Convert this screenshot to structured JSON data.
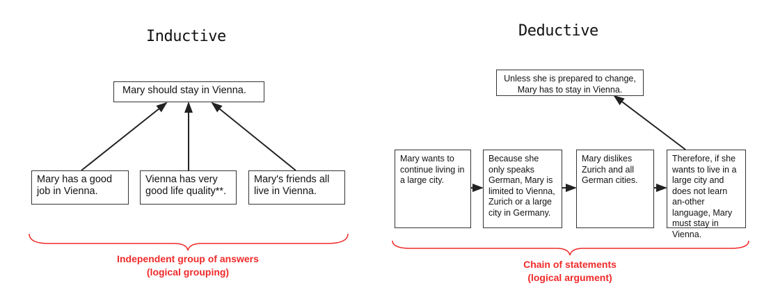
{
  "inductive": {
    "title": "Inductive",
    "conclusion": "Mary should stay in Vienna.",
    "premises": [
      "Mary has a good job in Vienna.",
      "Vienna has very good life quality**.",
      "Mary's friends all live in Vienna."
    ],
    "caption_line1": "Independent group of answers",
    "caption_line2": "(logical grouping)"
  },
  "deductive": {
    "title": "Deductive",
    "conclusion": "Unless she is prepared to change, Mary has to stay in Vienna.",
    "chain": [
      "Mary wants to continue living in a large city.",
      "Because she only speaks German, Mary is limited to Vienna, Zurich or a large city in Germany.",
      "Mary dislikes Zurich and all German cities.",
      "Therefore, if she wants to live in a large city and does not learn an-other language, Mary must stay in Vienna."
    ],
    "caption_line1": "Chain of statements",
    "caption_line2": "(logical argument)"
  },
  "colors": {
    "accent": "#ef2a2a",
    "line": "#222222"
  }
}
